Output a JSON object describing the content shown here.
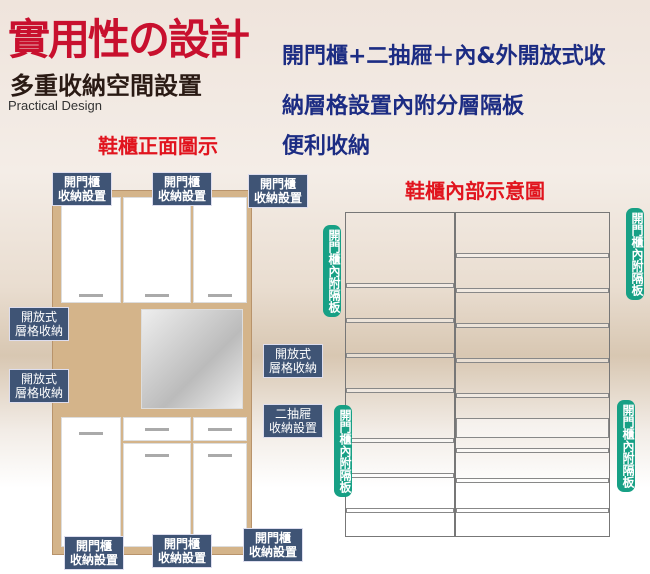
{
  "title": "實用性の設計",
  "subtitle": "多重收納空間設置",
  "english": "Practical Design",
  "features": [
    "開門櫃+二抽屜＋內&外開放式收",
    "納層格設置內附分層隔板",
    "便利收納"
  ],
  "front_heading": "鞋櫃正面圖示",
  "inside_heading": "鞋櫃內部示意圖",
  "front_tags": {
    "door": "開門櫃收納設置",
    "open": "開放式層格收納",
    "drawer": "二抽屜收納設置"
  },
  "door_line1": "開門櫃",
  "door_line2": "收納設置",
  "open_line1": "開放式",
  "open_line2": "層格收納",
  "drawer_line1": "二抽屜",
  "drawer_line2": "收納設置",
  "inner_tag": "開門櫃內附隔板",
  "colors": {
    "red": "#c8102e",
    "blue": "#1c2c83",
    "tag": "#3f5475",
    "green": "#17a085"
  }
}
